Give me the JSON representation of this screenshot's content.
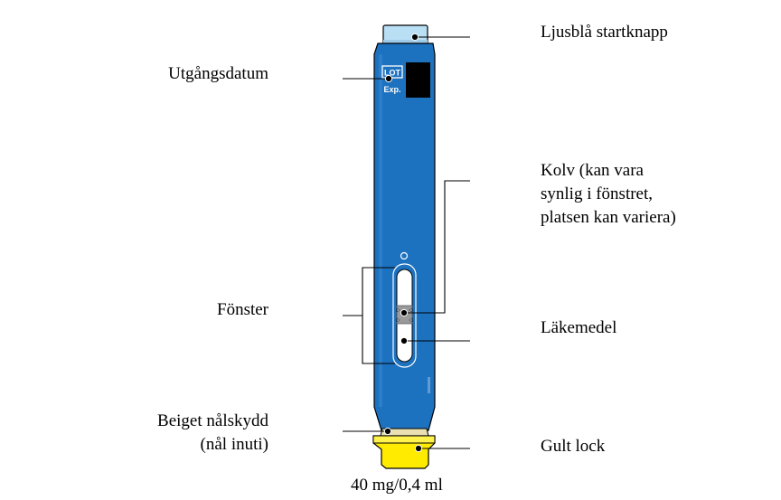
{
  "labels": {
    "start_button": "Ljusblå startknapp",
    "expiry_date": "Utgångsdatum",
    "plunger_line1": "Kolv (kan vara",
    "plunger_line2": "synlig i fönstret,",
    "plunger_line3": "platsen kan variera)",
    "window": "Fönster",
    "medicine": "Läkemedel",
    "needle_cover_line1": "Beiget nålskydd",
    "needle_cover_line2": "(nål inuti)",
    "yellow_cap": "Gult lock",
    "dose": "40 mg/0,4 ml"
  },
  "pen_markings": {
    "lot": "LOT",
    "exp": "Exp."
  },
  "colors": {
    "pen_body": "#1d72c0",
    "start_button": "#b9dff5",
    "yellow_cap": "#ffeb00",
    "needle_cover": "#e9dfb0",
    "label_box": "#000000"
  }
}
